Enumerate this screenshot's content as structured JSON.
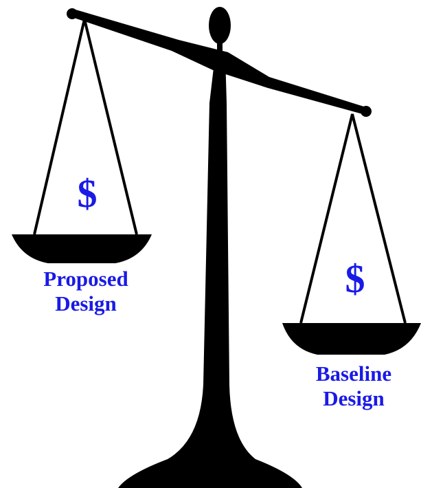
{
  "colors": {
    "ink": "#000000",
    "label": "#1a1ae6",
    "background": "#ffffff"
  },
  "left_pan": {
    "symbol": "$",
    "label_line1": "Proposed",
    "label_line2": "Design"
  },
  "right_pan": {
    "symbol": "$",
    "label_line1": "Baseline",
    "label_line2": "Design"
  }
}
